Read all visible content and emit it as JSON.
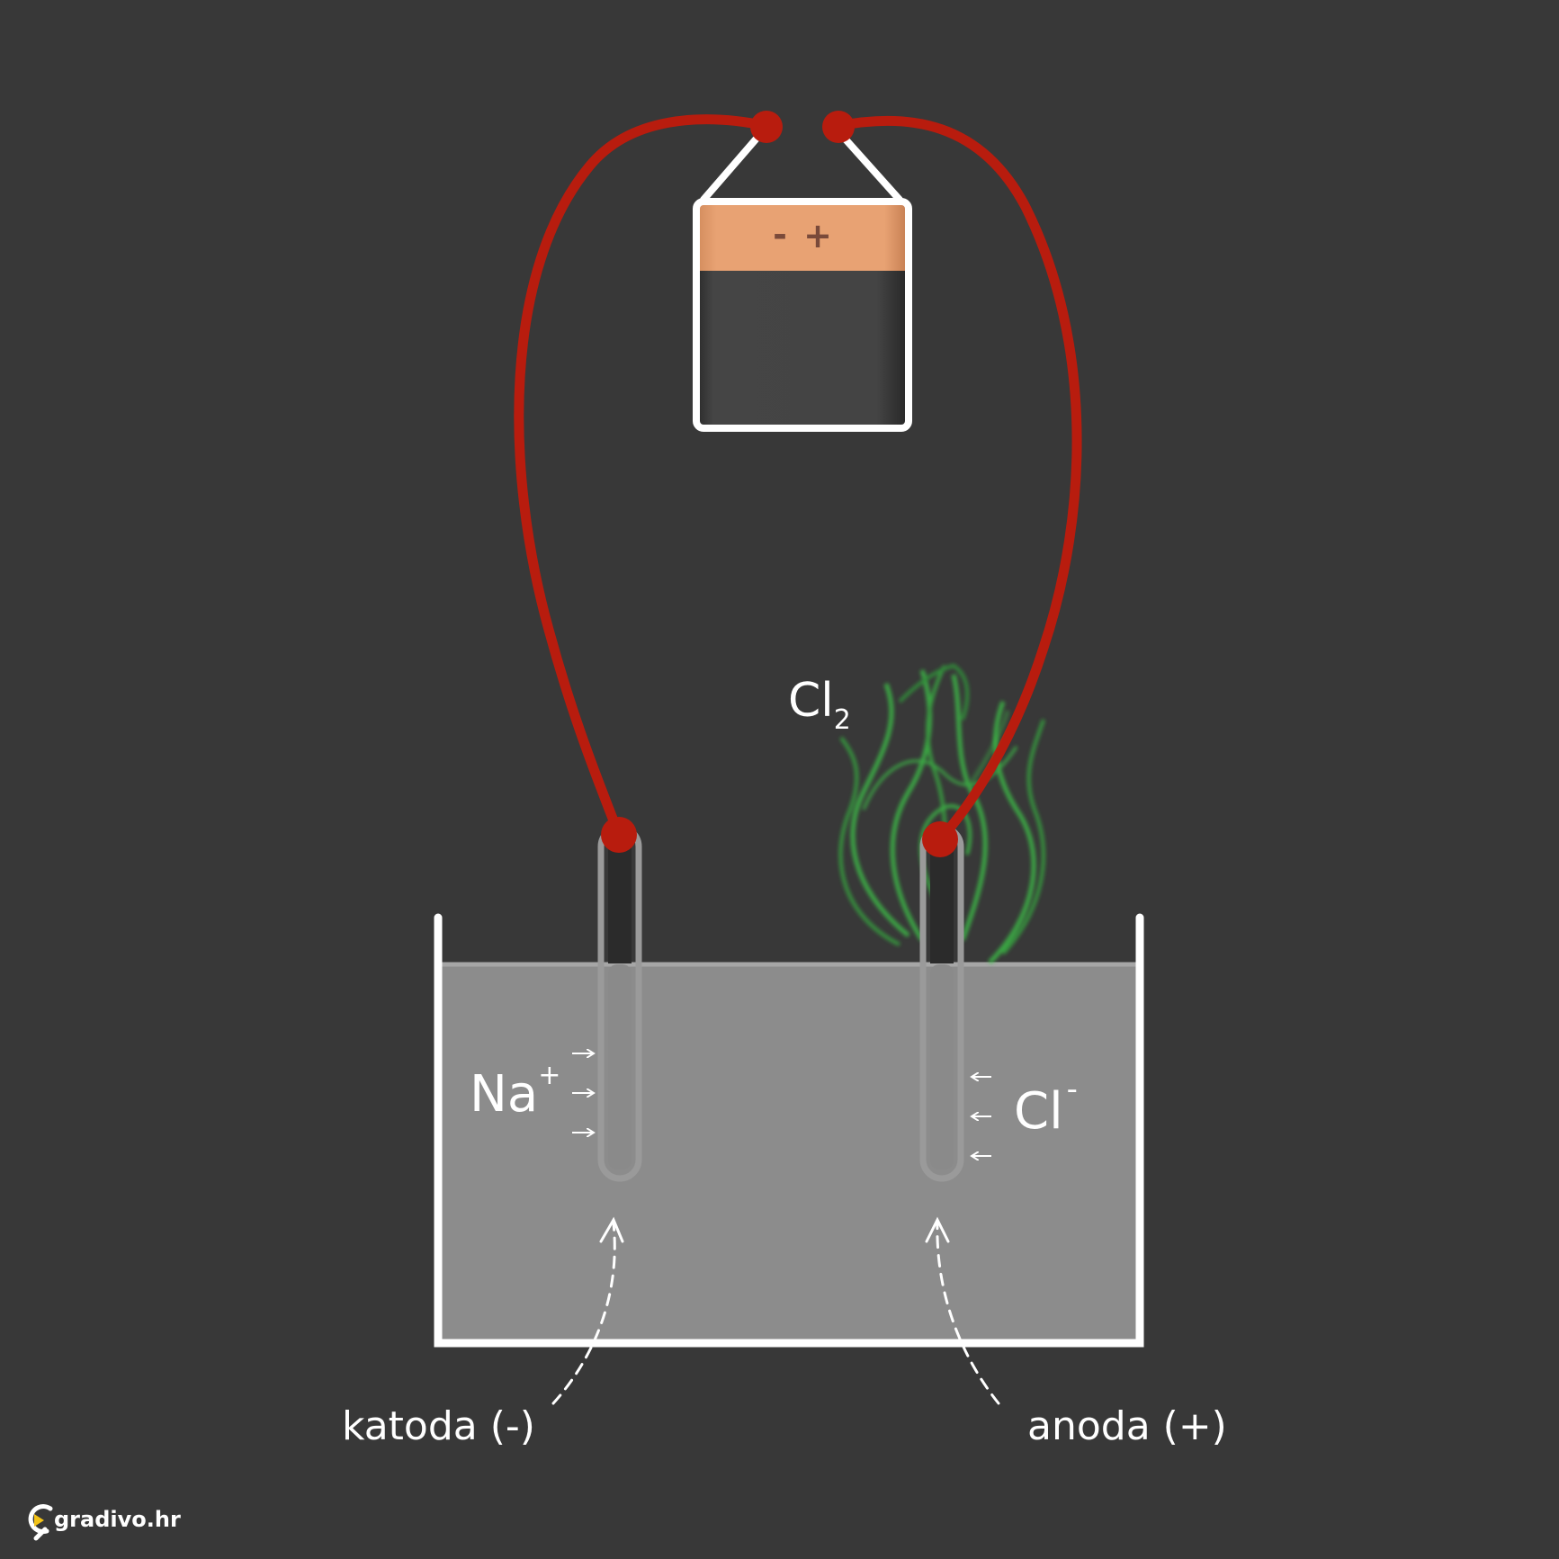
{
  "battery": {
    "minus_label": "-",
    "plus_label": "+"
  },
  "labels": {
    "cl2_main": "Cl",
    "cl2_sub": "2",
    "na_main": "Na",
    "na_sup": "+",
    "cl_main": "Cl",
    "cl_sup": "-",
    "cathode": "katoda (-)",
    "anode": "anoda (+)"
  },
  "brand": {
    "name": "gradivo.hr"
  },
  "colors": {
    "background": "#383838",
    "wire": "#b81c0e",
    "battery_cap": "#e8a273",
    "battery_body": "#444444",
    "solution": "#8c8c8c",
    "gas": "#3ecf4a",
    "logo_accent": "#f3c318"
  }
}
